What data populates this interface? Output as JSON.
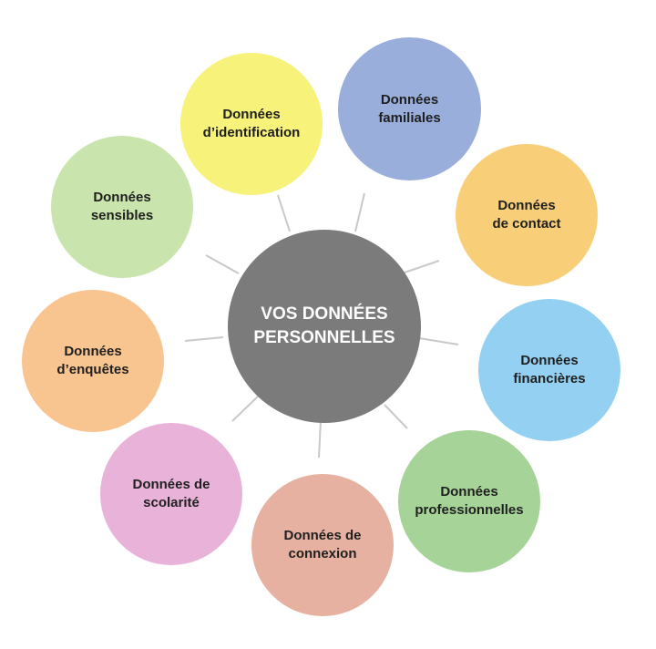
{
  "center": {
    "label": "VOS DONNÉES\nPERSONNELLES",
    "color": "#7b7b7b"
  },
  "categories": [
    {
      "label": "Données\nd’identification",
      "color": "#f6f27a"
    },
    {
      "label": "Données\nfamiliales",
      "color": "#9aaedb"
    },
    {
      "label": "Données\nde contact",
      "color": "#f8cf78"
    },
    {
      "label": "Données\nfinancières",
      "color": "#93d0f1"
    },
    {
      "label": "Données\nprofessionnelles",
      "color": "#a6d397"
    },
    {
      "label": "Données de\nconnexion",
      "color": "#e6b1a1"
    },
    {
      "label": "Données de\nscolarité",
      "color": "#e9b3d9"
    },
    {
      "label": "Données\nd’enquêtes",
      "color": "#f8c48f"
    },
    {
      "label": "Données\nsensibles",
      "color": "#c9e4ad"
    }
  ],
  "spoke_color": "#c9c9c9"
}
